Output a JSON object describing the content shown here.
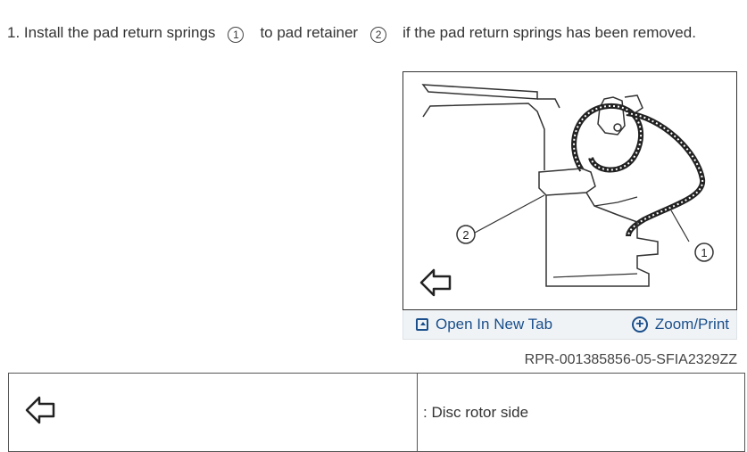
{
  "step": {
    "number": "1.",
    "text_before": "Install the pad return springs",
    "ref1": "1",
    "text_middle": "to pad retainer",
    "ref2": "2",
    "text_after": "if the pad return springs has been removed."
  },
  "figure": {
    "callout1": "1",
    "callout2": "2",
    "open_new_tab_label": "Open In New Tab",
    "zoom_print_label": "Zoom/Print",
    "figure_id": "RPR-001385856-05-SFIA2329ZZ"
  },
  "legend": {
    "rows": [
      {
        "symbol_icon": "hollow-arrow-left-icon",
        "description": ": Disc rotor side"
      }
    ]
  },
  "colors": {
    "link": "#1a4f8b",
    "text": "#333333",
    "bar_bg": "#f0f3f6"
  }
}
